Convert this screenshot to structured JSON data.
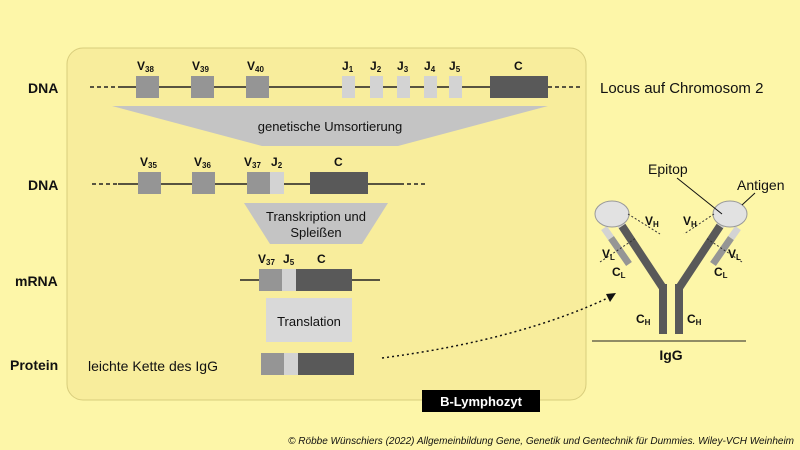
{
  "rows": {
    "dna1": "DNA",
    "dna2": "DNA",
    "mrna": "mRNA",
    "protein": "Protein"
  },
  "locus_label": "Locus auf Chromosom 2",
  "dna1_segments": {
    "v38": {
      "base": "V",
      "sub": "38"
    },
    "v39": {
      "base": "V",
      "sub": "39"
    },
    "v40": {
      "base": "V",
      "sub": "40"
    },
    "j1": {
      "base": "J",
      "sub": "1"
    },
    "j2": {
      "base": "J",
      "sub": "2"
    },
    "j3": {
      "base": "J",
      "sub": "3"
    },
    "j4": {
      "base": "J",
      "sub": "4"
    },
    "j5": {
      "base": "J",
      "sub": "5"
    },
    "c": "C"
  },
  "step1_label": "genetische Umsortierung",
  "dna2_segments": {
    "v35": {
      "base": "V",
      "sub": "35"
    },
    "v36": {
      "base": "V",
      "sub": "36"
    },
    "v37": {
      "base": "V",
      "sub": "37"
    },
    "j2": {
      "base": "J",
      "sub": "2"
    },
    "c": "C"
  },
  "step2_label_line1": "Transkription und",
  "step2_label_line2": "Spleißen",
  "mrna_segments": {
    "v37": {
      "base": "V",
      "sub": "37"
    },
    "j5": {
      "base": "J",
      "sub": "5"
    },
    "c": "C"
  },
  "step3_label": "Translation",
  "protein_label": "leichte Kette des IgG",
  "cell_label": "B-Lymphozyt",
  "antibody": {
    "epitop": "Epitop",
    "antigen": "Antigen",
    "vh": {
      "base": "V",
      "sub": "H"
    },
    "vl": {
      "base": "V",
      "sub": "L"
    },
    "cl": {
      "base": "C",
      "sub": "L"
    },
    "ch": {
      "base": "C",
      "sub": "H"
    },
    "name": "IgG"
  },
  "copyright": "© Röbbe Wünschiers (2022) Allgemeinbildung Gene, Genetik und Gentechnik für Dummies. Wiley-VCH Weinheim",
  "colors": {
    "background": "#fdf6a8",
    "cell_fill": "#f8ed9c",
    "v_segment": "#959595",
    "j_segment": "#d3d3d3",
    "c_segment": "#595959",
    "process_shape": "#c4c4c4",
    "label_box": "#000000"
  }
}
